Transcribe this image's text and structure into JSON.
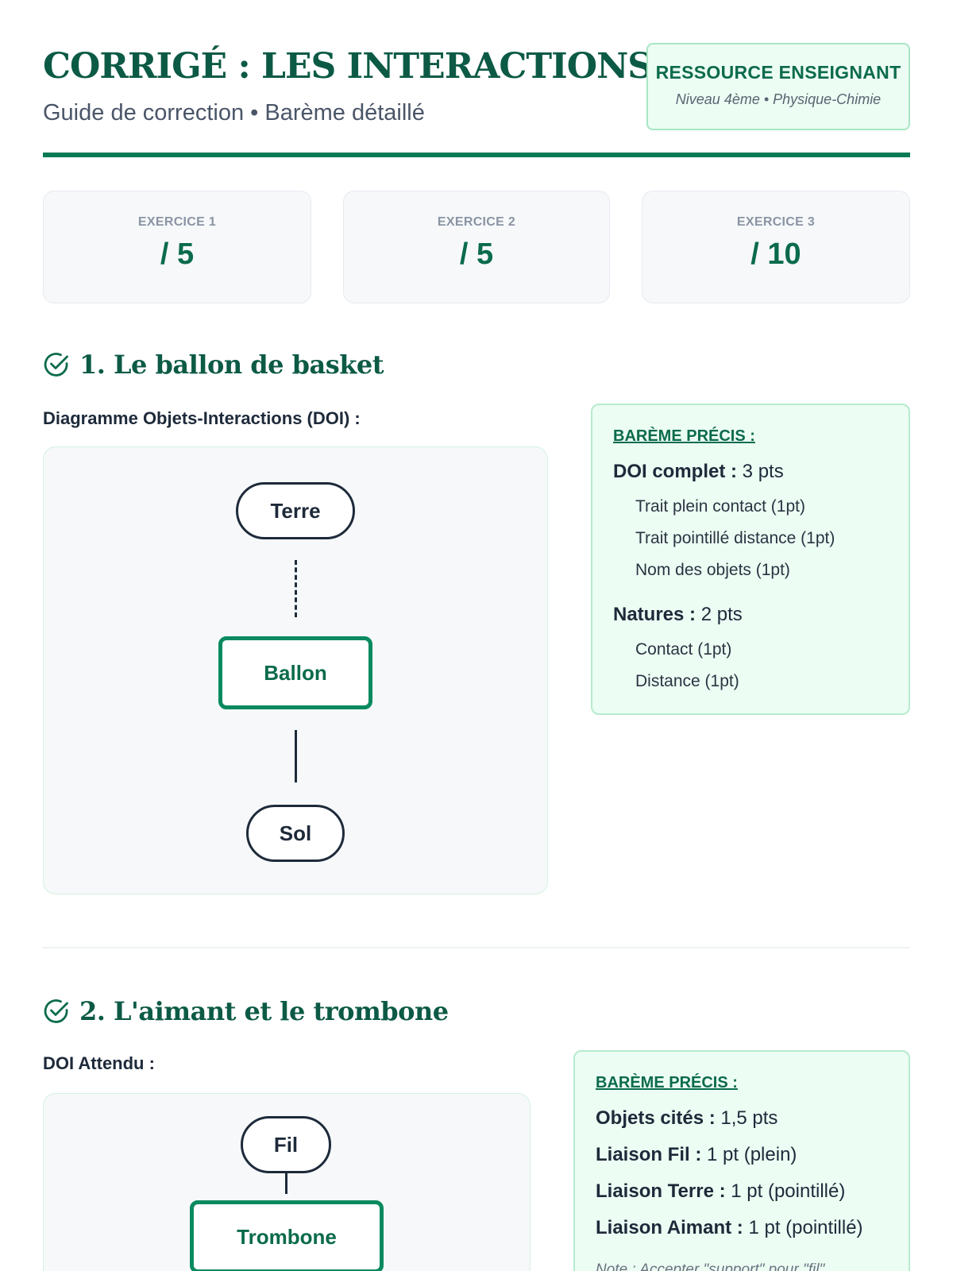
{
  "header": {
    "title": "CORRIGÉ : LES INTERACTIONS",
    "subtitle": "Guide de correction • Barème détaillé",
    "badge_title": "RESSOURCE ENSEIGNANT",
    "badge_sub": "Niveau 4ème • Physique-Chimie"
  },
  "scores": [
    {
      "label": "EXERCICE 1",
      "value": "/ 5"
    },
    {
      "label": "EXERCICE 2",
      "value": "/ 5"
    },
    {
      "label": "EXERCICE 3",
      "value": "/ 10"
    }
  ],
  "section1": {
    "heading": "1. Le ballon de basket",
    "diagram_label": "Diagramme Objets-Interactions (DOI) :",
    "nodes": {
      "top": "Terre",
      "center": "Ballon",
      "bottom": "Sol"
    },
    "bareme": {
      "title": "BARÈME PRÉCIS :",
      "doi_label": "DOI complet :",
      "doi_value": " 3 pts",
      "doi_items": [
        "Trait plein contact (1pt)",
        "Trait pointillé distance (1pt)",
        "Nom des objets (1pt)"
      ],
      "natures_label": "Natures :",
      "natures_value": " 2 pts",
      "natures_items": [
        "Contact (1pt)",
        "Distance (1pt)"
      ]
    }
  },
  "section2": {
    "heading": "2. L'aimant et le trombone",
    "diagram_label": "DOI Attendu :",
    "nodes": {
      "top": "Fil",
      "center": "Trombone"
    },
    "bareme": {
      "title": "BARÈME PRÉCIS :",
      "lines": [
        {
          "label": "Objets cités :",
          "value": " 1,5 pts"
        },
        {
          "label": "Liaison Fil :",
          "value": " 1 pt (plein)"
        },
        {
          "label": "Liaison Terre :",
          "value": " 1 pt (pointillé)"
        },
        {
          "label": "Liaison Aimant :",
          "value": " 1 pt (pointillé)"
        }
      ],
      "note": "Note : Accepter \"support\" pour \"fil\"."
    }
  },
  "colors": {
    "accent": "#0b6b4c",
    "rule": "#0a7a55",
    "bareme_bg": "#ecfdf3",
    "card_bg": "#f6f8fa"
  }
}
